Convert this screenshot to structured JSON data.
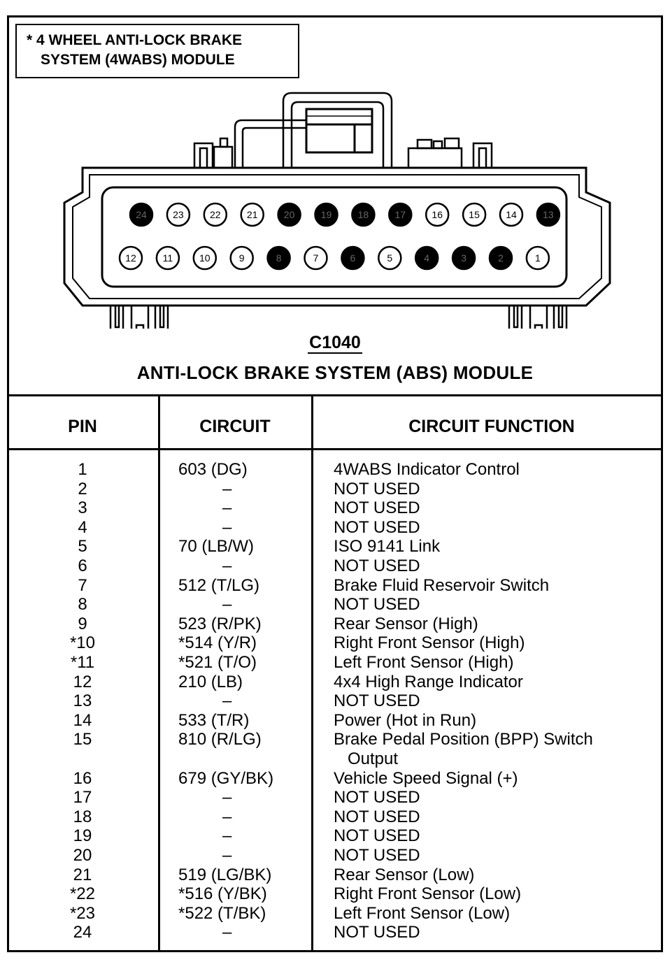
{
  "legend": {
    "line1": "* 4 WHEEL ANTI-LOCK BRAKE",
    "line2": "SYSTEM (4WABS) MODULE"
  },
  "connector": {
    "id": "C1040",
    "title": "ANTI-LOCK BRAKE SYSTEM (ABS) MODULE",
    "top_row_pins": [
      {
        "n": "24",
        "filled": true
      },
      {
        "n": "23",
        "filled": false
      },
      {
        "n": "22",
        "filled": false
      },
      {
        "n": "21",
        "filled": false
      },
      {
        "n": "20",
        "filled": true
      },
      {
        "n": "19",
        "filled": true
      },
      {
        "n": "18",
        "filled": true
      },
      {
        "n": "17",
        "filled": true
      },
      {
        "n": "16",
        "filled": false
      },
      {
        "n": "15",
        "filled": false
      },
      {
        "n": "14",
        "filled": false
      },
      {
        "n": "13",
        "filled": true
      }
    ],
    "bottom_row_pins": [
      {
        "n": "12",
        "filled": false
      },
      {
        "n": "11",
        "filled": false
      },
      {
        "n": "10",
        "filled": false
      },
      {
        "n": "9",
        "filled": false
      },
      {
        "n": "8",
        "filled": true
      },
      {
        "n": "7",
        "filled": false
      },
      {
        "n": "6",
        "filled": true
      },
      {
        "n": "5",
        "filled": false
      },
      {
        "n": "4",
        "filled": true
      },
      {
        "n": "3",
        "filled": true
      },
      {
        "n": "2",
        "filled": true
      },
      {
        "n": "1",
        "filled": false
      }
    ]
  },
  "table": {
    "headers": {
      "pin": "PIN",
      "circuit": "CIRCUIT",
      "function": "CIRCUIT FUNCTION"
    },
    "rows": [
      {
        "pin": "1",
        "circuit": "603 (DG)",
        "function": "4WABS Indicator Control"
      },
      {
        "pin": "2",
        "circuit": "–",
        "function": "NOT USED"
      },
      {
        "pin": "3",
        "circuit": "–",
        "function": "NOT USED"
      },
      {
        "pin": "4",
        "circuit": "–",
        "function": "NOT USED"
      },
      {
        "pin": "5",
        "circuit": "70 (LB/W)",
        "function": "ISO 9141 Link"
      },
      {
        "pin": "6",
        "circuit": "–",
        "function": "NOT USED"
      },
      {
        "pin": "7",
        "circuit": "512 (T/LG)",
        "function": "Brake Fluid Reservoir Switch"
      },
      {
        "pin": "8",
        "circuit": "–",
        "function": "NOT USED"
      },
      {
        "pin": "9",
        "circuit": "523 (R/PK)",
        "function": "Rear Sensor (High)"
      },
      {
        "pin": "*10",
        "circuit": "*514 (Y/R)",
        "function": "Right Front Sensor (High)"
      },
      {
        "pin": "*11",
        "circuit": "*521 (T/O)",
        "function": "Left Front Sensor (High)"
      },
      {
        "pin": "12",
        "circuit": "210 (LB)",
        "function": "4x4 High Range Indicator"
      },
      {
        "pin": "13",
        "circuit": "–",
        "function": "NOT USED"
      },
      {
        "pin": "14",
        "circuit": "533 (T/R)",
        "function": "Power (Hot in Run)"
      },
      {
        "pin": "15",
        "circuit": "810 (R/LG)",
        "function": "Brake Pedal Position (BPP) Switch"
      },
      {
        "pin": "",
        "circuit": "",
        "function": "Output",
        "indent": true
      },
      {
        "pin": "16",
        "circuit": "679 (GY/BK)",
        "function": "Vehicle Speed Signal (+)"
      },
      {
        "pin": "17",
        "circuit": "–",
        "function": "NOT USED"
      },
      {
        "pin": "18",
        "circuit": "–",
        "function": "NOT USED"
      },
      {
        "pin": "19",
        "circuit": "–",
        "function": "NOT USED"
      },
      {
        "pin": "20",
        "circuit": "–",
        "function": "NOT USED"
      },
      {
        "pin": "21",
        "circuit": "519 (LG/BK)",
        "function": "Rear Sensor (Low)"
      },
      {
        "pin": "*22",
        "circuit": "*516 (Y/BK)",
        "function": "Right Front Sensor (Low)"
      },
      {
        "pin": "*23",
        "circuit": "*522 (T/BK)",
        "function": "Left Front Sensor (Low)"
      },
      {
        "pin": "24",
        "circuit": "–",
        "function": "NOT USED"
      }
    ]
  }
}
